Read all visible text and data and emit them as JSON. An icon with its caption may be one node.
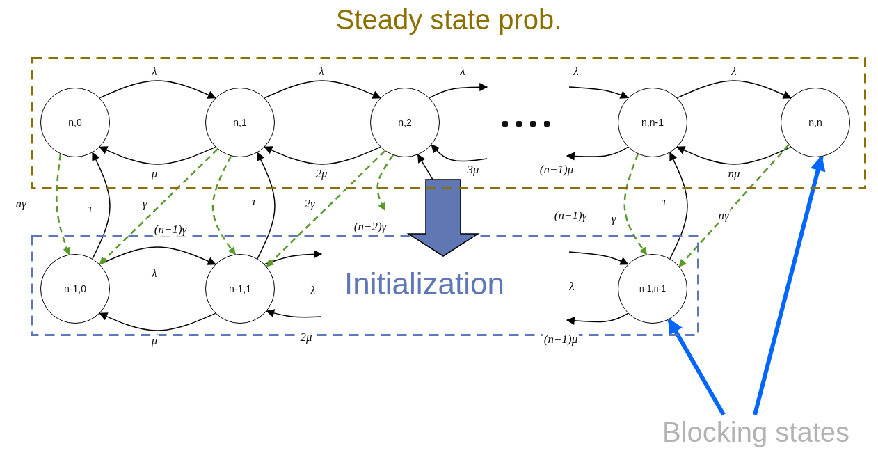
{
  "diagram": {
    "nodes": [
      {
        "text": [
          "Steady state prob."
        ]
      },
      {
        "text": [
          "n,0"
        ],
        "in": 0
      },
      {
        "text": [
          "n,1"
        ],
        "in": 0
      },
      {
        "text": [
          "n,2"
        ],
        "in": 0
      },
      {
        "text": [
          "n,n-1"
        ],
        "in": 0
      },
      {
        "text": [
          "n,n"
        ],
        "in": 0
      },
      {
        "text": [
          "Initialization"
        ]
      },
      {
        "text": [
          "n-1,0"
        ],
        "in": 6
      },
      {
        "text": [
          "n-1,1"
        ],
        "in": 6
      },
      {
        "text": [
          "n-1,n-1"
        ],
        "in": 6
      },
      {
        "text": [
          "Blocking states"
        ]
      }
    ],
    "edges": [
      {
        "from": 1,
        "to": 2,
        "arrow": "to",
        "label": "λ"
      },
      {
        "from": 2,
        "to": 1,
        "arrow": "to",
        "label": "μ"
      },
      {
        "from": 2,
        "to": 3,
        "arrow": "to",
        "label": "λ"
      },
      {
        "from": 3,
        "to": 2,
        "arrow": "to",
        "label": "2μ"
      },
      {
        "from": 3,
        "to": null,
        "arrow": "to",
        "label": "λ"
      },
      {
        "from": null,
        "to": 3,
        "arrow": "to",
        "label": "3μ"
      },
      {
        "from": null,
        "to": 4,
        "arrow": "to",
        "label": "λ"
      },
      {
        "from": 4,
        "to": null,
        "arrow": "to",
        "label": "(n−1)μ"
      },
      {
        "from": 4,
        "to": 5,
        "arrow": "to",
        "label": "λ"
      },
      {
        "from": 5,
        "to": 4,
        "arrow": "to",
        "label": "nμ"
      },
      {
        "from": 7,
        "to": 1,
        "arrow": "to",
        "label": "τ"
      },
      {
        "from": 8,
        "to": 2,
        "arrow": "to",
        "label": "τ"
      },
      {
        "from": null,
        "to": 3,
        "arrow": "to"
      },
      {
        "from": 9,
        "to": 4,
        "arrow": "to",
        "label": "τ"
      },
      {
        "from": 7,
        "to": 8,
        "arrow": "to",
        "label": "λ"
      },
      {
        "from": 8,
        "to": 7,
        "arrow": "to",
        "label": "μ"
      },
      {
        "from": 8,
        "to": null,
        "arrow": "to",
        "label": "λ"
      },
      {
        "from": null,
        "to": 8,
        "arrow": "to",
        "label": "2μ"
      },
      {
        "from": null,
        "to": 9,
        "arrow": "to",
        "label": "λ"
      },
      {
        "from": 9,
        "to": null,
        "arrow": "to",
        "label": "(n−1)μ"
      },
      {
        "from": 1,
        "to": 7,
        "arrow": "to",
        "label": "nγ",
        "style": "dashed",
        "color": "#5a9a2a"
      },
      {
        "from": 2,
        "to": 7,
        "arrow": "to",
        "label": "γ",
        "style": "dashed",
        "color": "#5a9a2a"
      },
      {
        "from": 2,
        "to": 8,
        "arrow": "to",
        "label": "(n−1)γ",
        "style": "dashed",
        "color": "#5a9a2a"
      },
      {
        "from": 3,
        "to": 8,
        "arrow": "to",
        "label": "2γ",
        "style": "dashed",
        "color": "#5a9a2a"
      },
      {
        "from": 3,
        "to": null,
        "arrow": "to",
        "label": "(n−2)γ",
        "style": "dashed",
        "color": "#5a9a2a"
      },
      {
        "from": 4,
        "to": 9,
        "arrow": "to",
        "label": "(n−1)γ",
        "style": "dashed",
        "color": "#5a9a2a"
      },
      {
        "from": 5,
        "to": 9,
        "arrow": "to",
        "label": "nγ",
        "style": "dashed",
        "color": "#5a9a2a"
      },
      {
        "from": 0,
        "to": 6,
        "arrow": "to",
        "style": "thick",
        "color": "#5f77b5"
      },
      {
        "from": 10,
        "to": 9,
        "arrow": "to",
        "style": "thick",
        "color": "#0066ff"
      },
      {
        "from": 10,
        "to": 5,
        "arrow": "to",
        "style": "thick",
        "color": "#0066ff"
      }
    ],
    "labels": [
      "γ"
    ]
  }
}
